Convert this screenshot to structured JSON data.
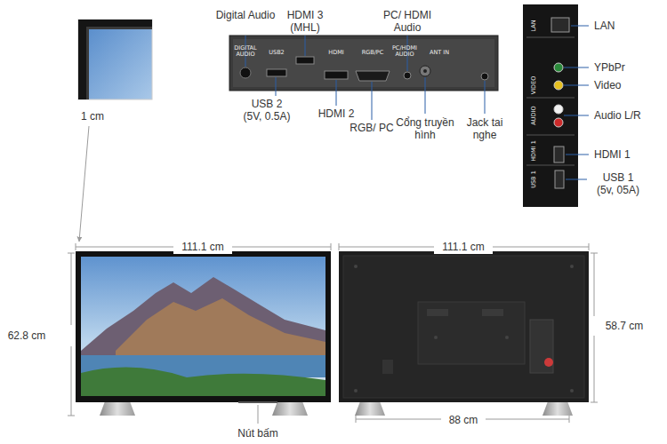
{
  "diagram": {
    "labels": [
      "Digital Audio",
      "HDMI 3 (MHL)",
      "PC/ HDMI Audio",
      "USB 2 (5V, 0.5A)",
      "HDMI 2",
      "RGB/ PC",
      "Cổng truyền hình",
      "Jack tai nghe",
      "LAN",
      "YPbPr",
      "Video",
      "Audio L/R",
      "HDMI 1",
      "USB 1 (5v, 05A)",
      "1 cm",
      "111.1 cm",
      "111.1 cm",
      "62.8 cm",
      "58.7 cm",
      "88 cm",
      "Nút bấm",
      "DIGITAL AUDIO",
      "USB2",
      "HDMI",
      "RGB/PC",
      "PC/HDMI AUDIO",
      "ANT IN",
      "LAN",
      "VIDEO",
      "AUDIO",
      "HDMI 1",
      "USB 1"
    ]
  }
}
